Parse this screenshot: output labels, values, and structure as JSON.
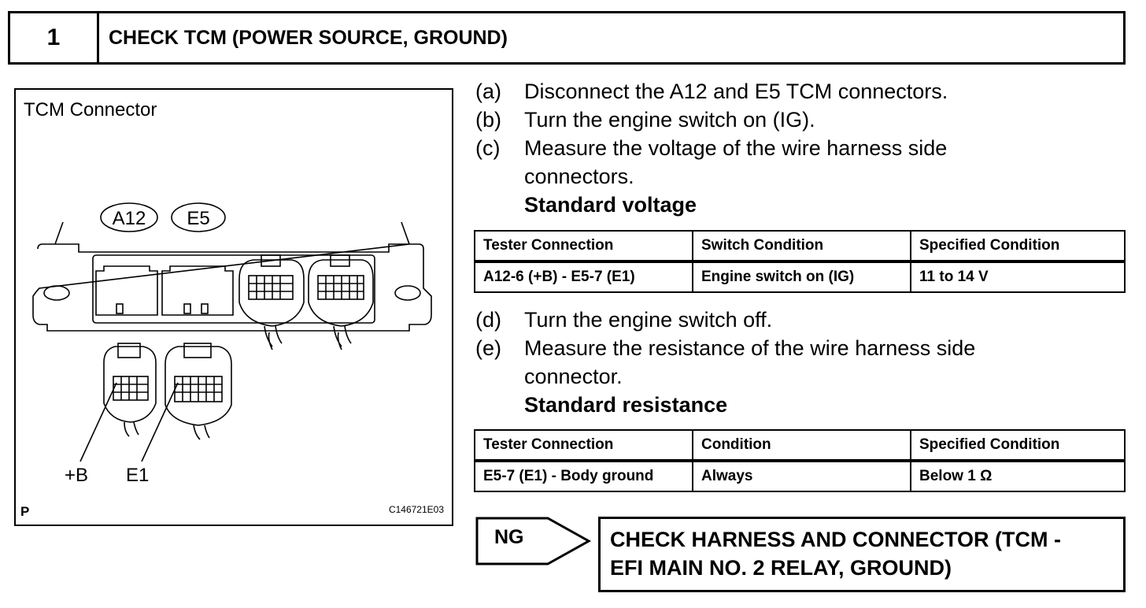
{
  "header": {
    "step_number": "1",
    "title": "CHECK TCM (POWER SOURCE, GROUND)"
  },
  "figure": {
    "title": "TCM Connector",
    "connector_labels": [
      "A12",
      "E5"
    ],
    "pin_labels": [
      "+B",
      "E1"
    ],
    "corner_mark": "P",
    "illustration_code": "C146721E03"
  },
  "steps_part1": [
    {
      "letter": "(a)",
      "text": "Disconnect the A12 and E5 TCM connectors."
    },
    {
      "letter": "(b)",
      "text": "Turn the engine switch on (IG)."
    },
    {
      "letter": "(c)",
      "text": "Measure the voltage of the wire harness side connectors."
    }
  ],
  "voltage": {
    "title": "Standard voltage",
    "headers": [
      "Tester Connection",
      "Switch Condition",
      "Specified Condition"
    ],
    "row": [
      "A12-6 (+B) - E5-7 (E1)",
      "Engine switch on (IG)",
      "11 to 14 V"
    ]
  },
  "steps_part2": [
    {
      "letter": "(d)",
      "text": "Turn the engine switch off."
    },
    {
      "letter": "(e)",
      "text": "Measure the resistance of the wire harness side connector."
    }
  ],
  "resistance": {
    "title": "Standard resistance",
    "headers": [
      "Tester Connection",
      "Condition",
      "Specified Condition"
    ],
    "row": [
      "E5-7 (E1) - Body ground",
      "Always",
      "Below 1 Ω"
    ]
  },
  "result": {
    "ng_label": "NG",
    "action_line1": "CHECK HARNESS AND CONNECTOR (TCM -",
    "action_line2": "EFI MAIN NO. 2 RELAY, GROUND)"
  }
}
